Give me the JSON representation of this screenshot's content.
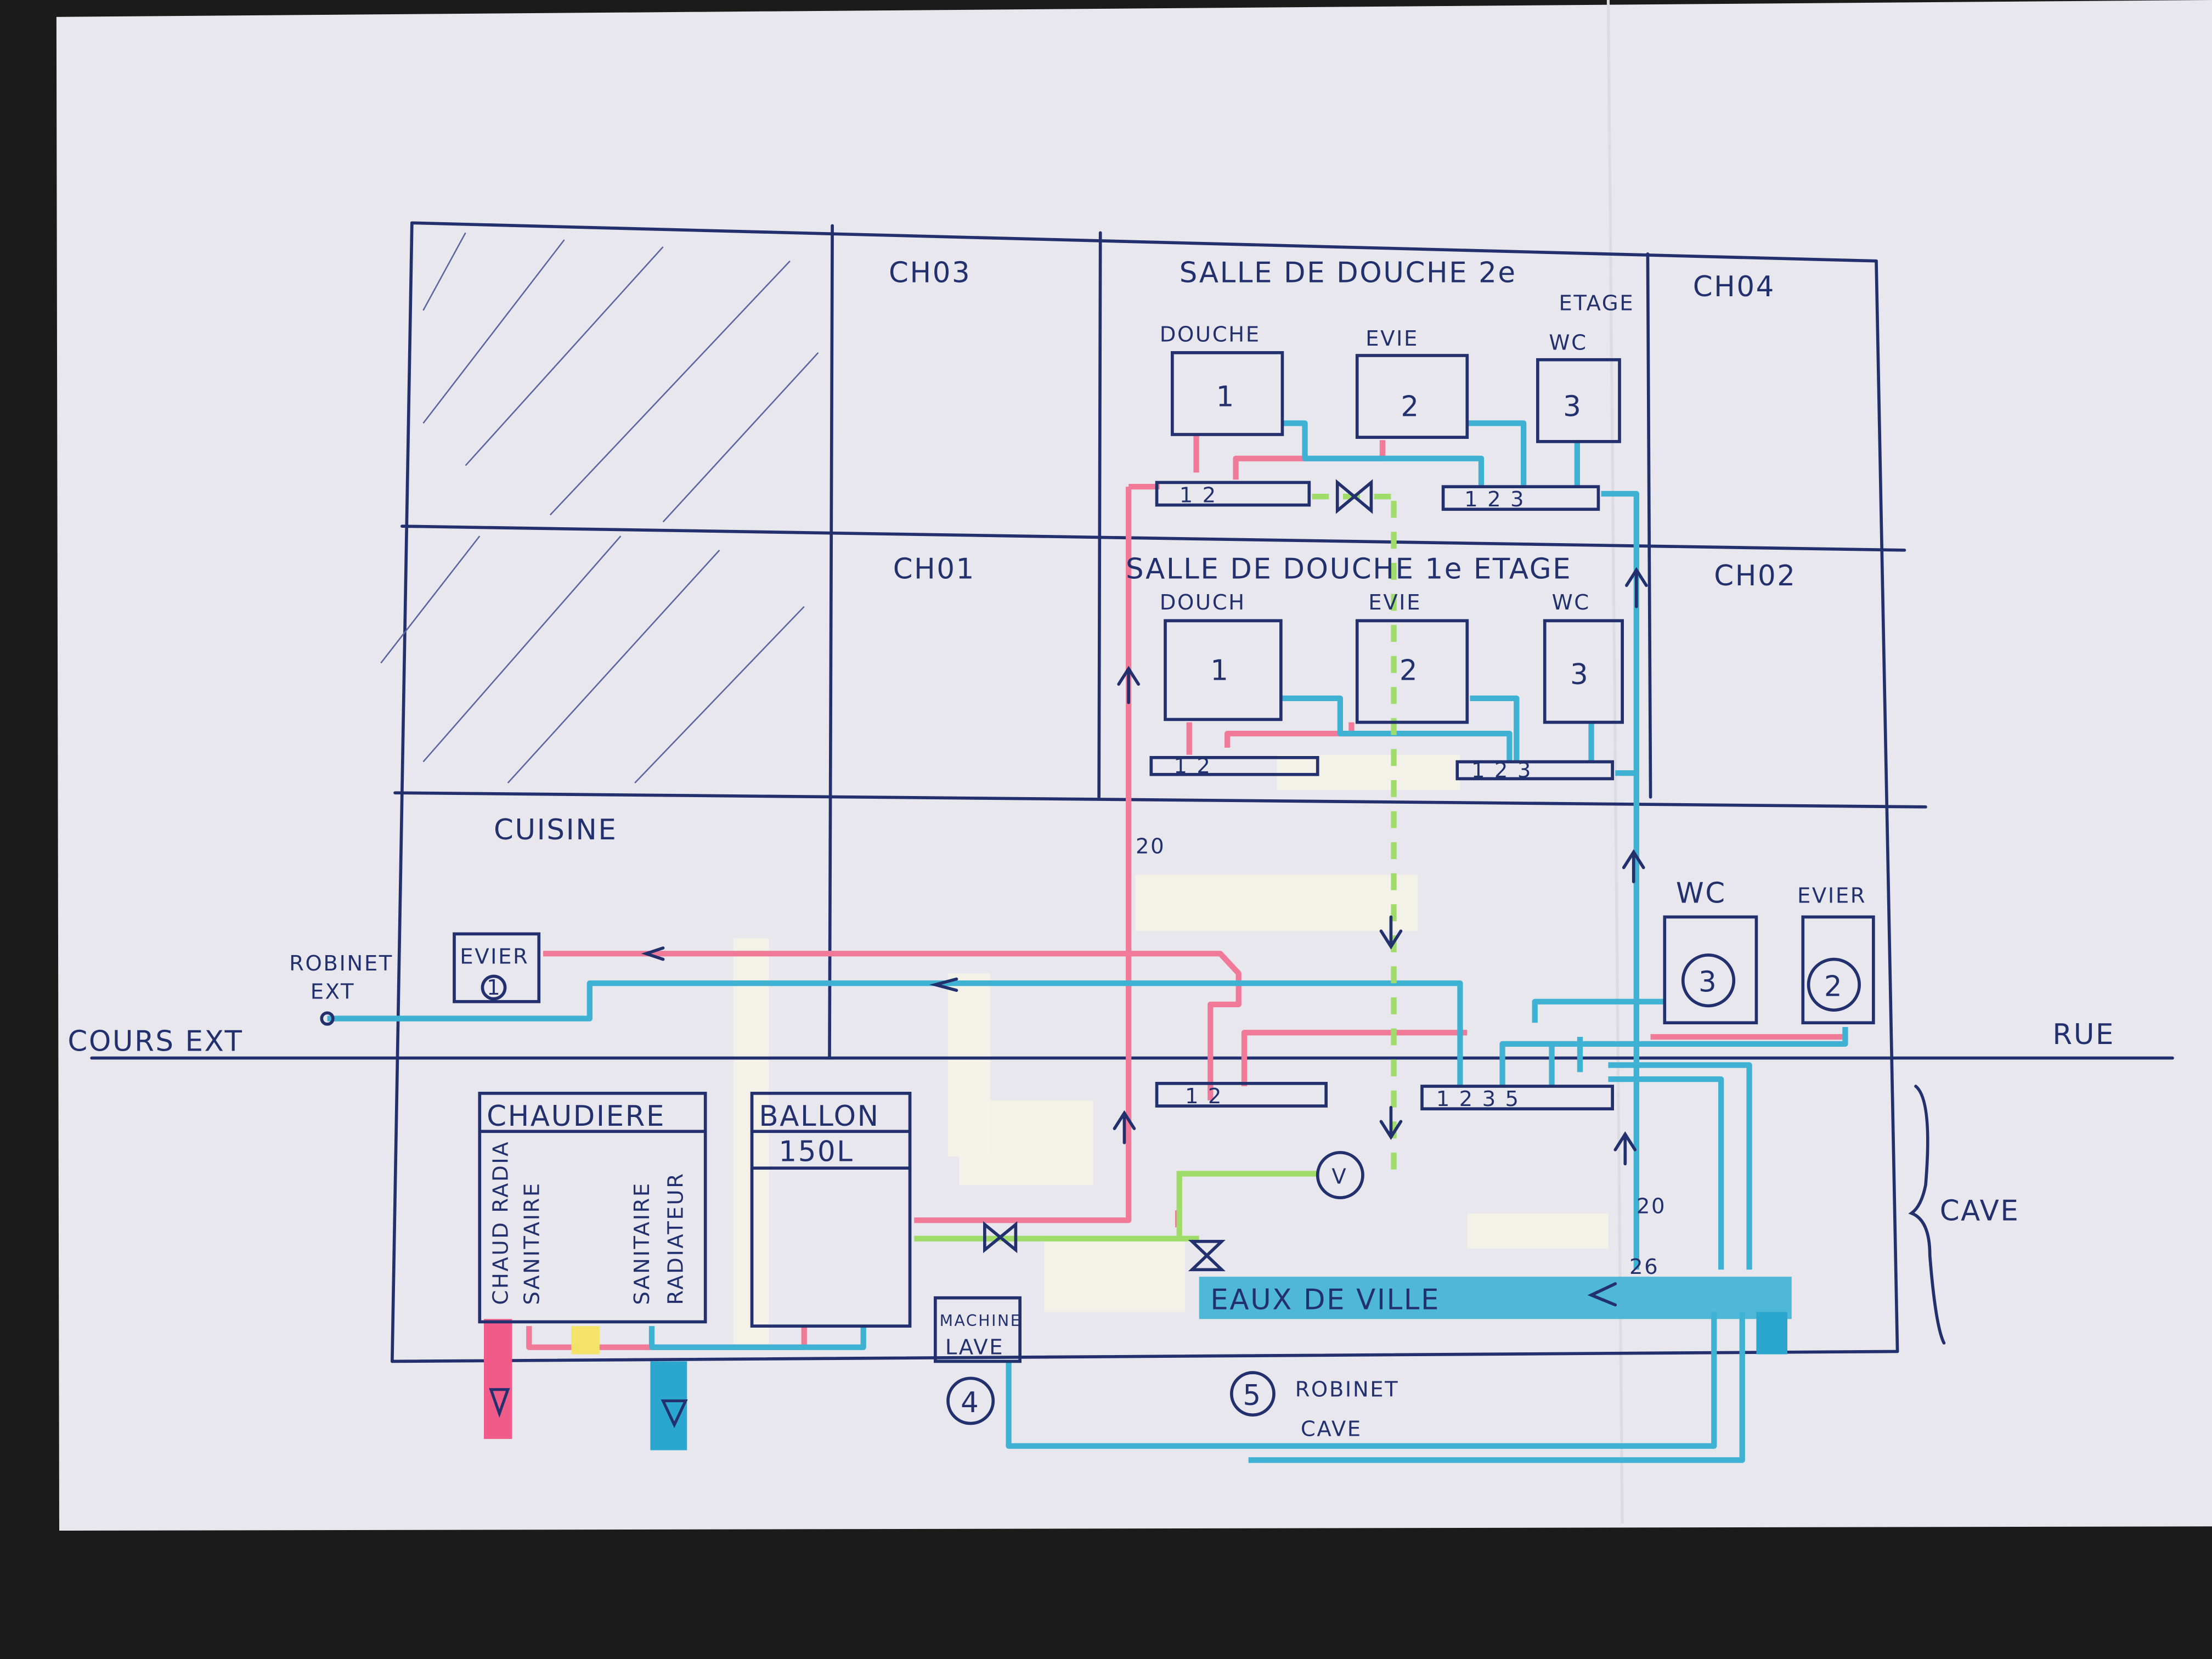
{
  "floor_2": {
    "rooms": [
      "CH03",
      "SALLE DE DOUCHE 2e",
      "ETAGE",
      "CH04"
    ],
    "fixtures": [
      {
        "label": "DOUCHE",
        "num": "1"
      },
      {
        "label": "EVIE",
        "num": "2"
      },
      {
        "label": "WC",
        "num": "3"
      }
    ],
    "manifold_left": "1 2",
    "manifold_right": "1 2 3"
  },
  "floor_1": {
    "rooms": [
      "CH01",
      "SALLE DE DOUCHE 1e ETAGE",
      "CH02"
    ],
    "fixtures": [
      {
        "label": "DOUCH",
        "num": "1"
      },
      {
        "label": "EVIE",
        "num": "2"
      },
      {
        "label": "WC",
        "num": "3"
      }
    ],
    "manifold_left": "1 2",
    "manifold_right": "1 2 3"
  },
  "ground": {
    "kitchen": "CUISINE",
    "pipe_size": "20",
    "robinet_ext": [
      "ROBINET",
      "EXT"
    ],
    "evier_kitchen": {
      "label": "EVIER",
      "num": "1"
    },
    "wc": {
      "label": "WC",
      "num": "3"
    },
    "evier": {
      "label": "EVIER",
      "num": "2"
    },
    "left_street": "COURS EXT",
    "right_street": "RUE"
  },
  "cave": {
    "label": "CAVE",
    "chaudiere": "CHAUDIERE",
    "chaudiere_cols": [
      "CHAUD RADIA",
      "SANITAIRE",
      "SANITAIRE",
      "RADIATEUR"
    ],
    "ballon": "BALLON",
    "ballon_capacity": "150L",
    "machine": [
      "MACHINE",
      "LAVE"
    ],
    "machine_num": "4",
    "robinet_num": "5",
    "robinet": [
      "ROBINET",
      "CAVE"
    ],
    "valve_symbol": "V",
    "eaux": "EAUX DE VILLE",
    "size_20": "20",
    "size_26": "26",
    "manifold_left": "1 2",
    "manifold_right": "1 2 3 5"
  },
  "colors": {
    "hot": "#f07a98",
    "cold": "#3fb2d4",
    "return": "#9fdc6a",
    "ink": "#23306e",
    "paper": "#e8e7ed"
  }
}
